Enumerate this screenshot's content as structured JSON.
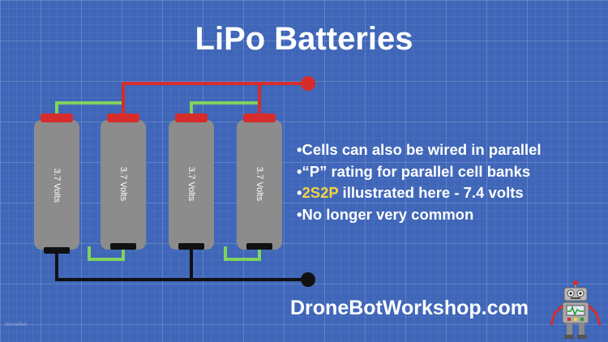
{
  "slide": {
    "title": "LiPo Batteries",
    "cell_label": "3.7 Volts",
    "bullets": [
      {
        "text": "•Cells can also be wired in parallel"
      },
      {
        "text": "•“P” rating for parallel cell banks"
      },
      {
        "prefix": "•",
        "highlight": "2S2P",
        "rest": " illustrated here - 7.4 volts"
      },
      {
        "text": "•No longer very common"
      }
    ],
    "footer": "DroneBotWorkshop.com",
    "bottom_logo": "DroneBot"
  },
  "colors": {
    "background": "#3f66b8",
    "positive_wire": "#d72c2c",
    "negative_wire": "#111111",
    "series_link": "#7fd35c",
    "cell_body": "#8c8c8c",
    "highlight": "#f4d33f"
  }
}
